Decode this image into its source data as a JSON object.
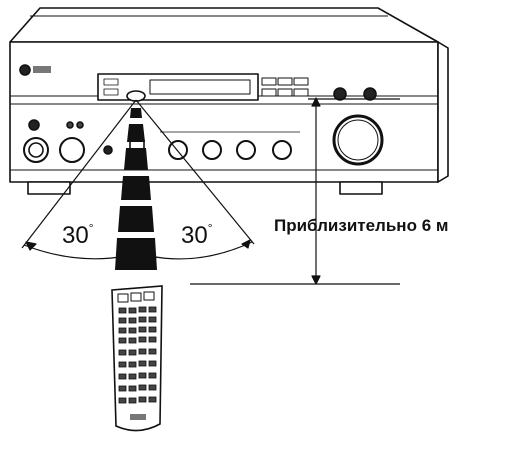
{
  "diagram": {
    "angle_left": "30",
    "angle_right": "30",
    "degree_symbol": "°",
    "distance_label": "Приблизительно 6 м",
    "receiver_brand_logo": "yamaha-logo",
    "remote_brand_logo": "yamaha-logo"
  }
}
